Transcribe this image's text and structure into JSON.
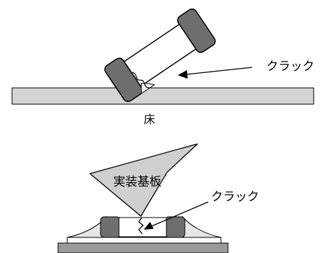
{
  "diagram_top": {
    "crack_label": "クラック",
    "floor_label": "床"
  },
  "diagram_bottom": {
    "board_label": "実装基板",
    "crack_label": "クラック"
  },
  "colors": {
    "floor_fill": "#d4d4d4",
    "electrode_fill": "#6e6e6e",
    "board_fill": "#cfcfcf",
    "solder_fill": "#e6e6e6",
    "substrate_fill": "#9a9a9a",
    "outline": "#000000"
  }
}
